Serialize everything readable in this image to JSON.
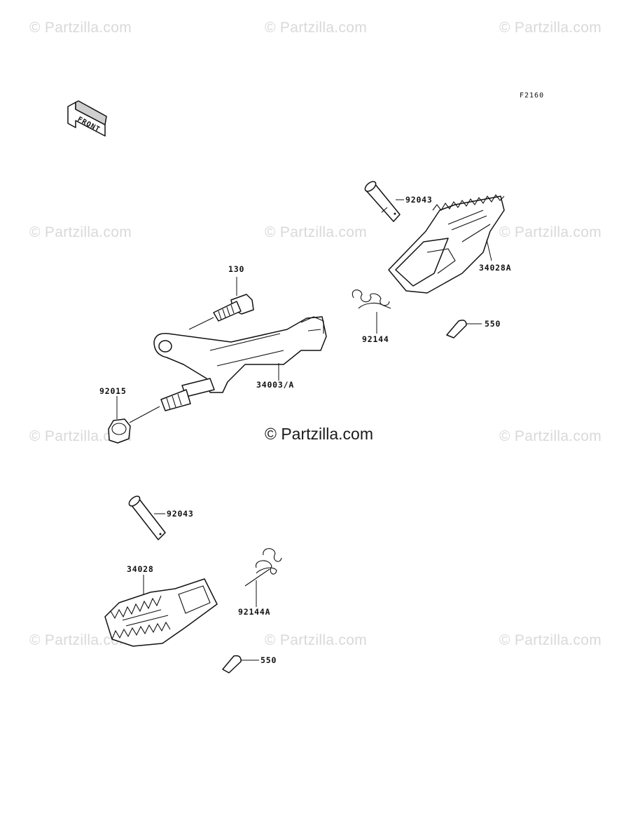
{
  "watermarks": {
    "row1": [
      "© Partzilla.com",
      "© Partzilla.com",
      "© Partzilla.com"
    ],
    "row2": [
      "© Partzilla.com",
      "© Partzilla.com",
      "© Partzilla.com"
    ],
    "row3": [
      "© Partzilla.com",
      "© Partzilla.com"
    ],
    "row4": [
      "© Partzilla.com",
      "© Partzilla.com",
      "© Partzilla.com"
    ]
  },
  "center_watermark": "© Partzilla.com",
  "diagram_code": "F2160",
  "front_arrow_label": "FRONT",
  "labels": {
    "p92043_top": "92043",
    "p34028A": "34028A",
    "p550_top": "550",
    "p92144": "92144",
    "p130": "130",
    "p34003A": "34003/A",
    "p92015": "92015",
    "p92043_bottom": "92043",
    "p34028": "34028",
    "p92144A": "92144A",
    "p550_bottom": "550"
  }
}
